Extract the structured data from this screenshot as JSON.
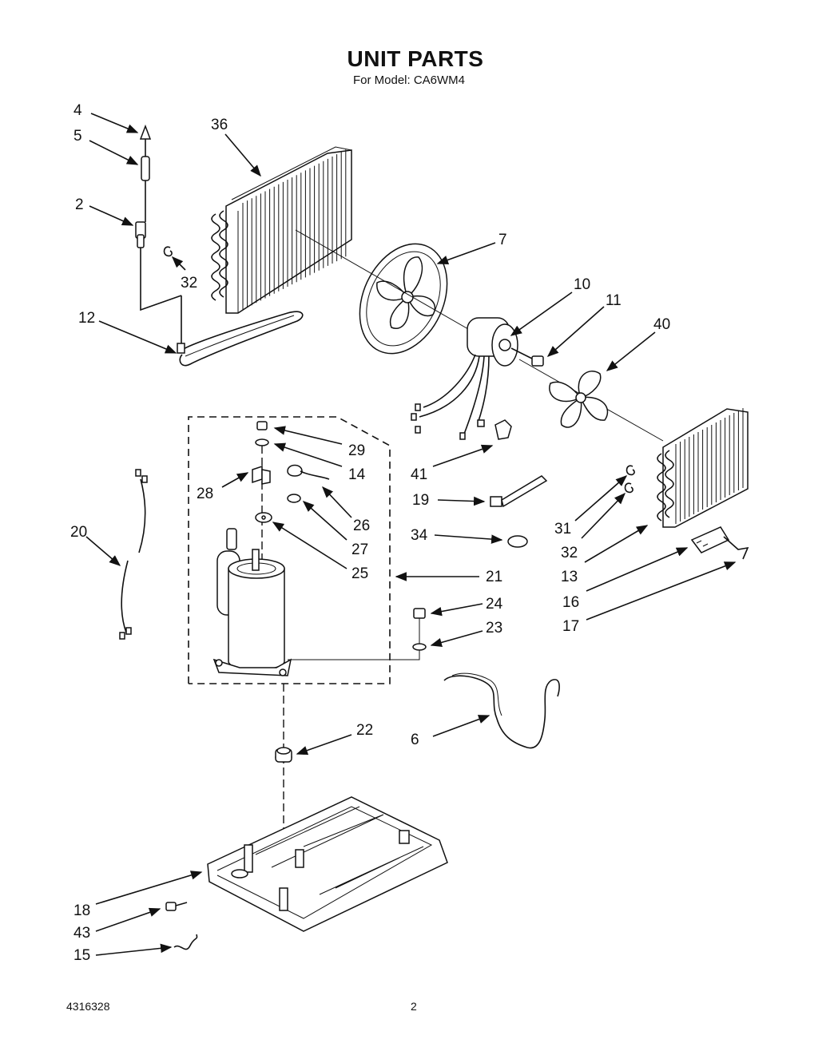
{
  "header": {
    "title": "UNIT PARTS",
    "subtitle": "For Model: CA6WM4"
  },
  "footer": {
    "document_number": "4316328",
    "page_number": "2"
  },
  "callouts": {
    "c4": "4",
    "c5": "5",
    "c2": "2",
    "c36": "36",
    "c32a": "32",
    "c12": "12",
    "c7": "7",
    "c10": "10",
    "c11": "11",
    "c40": "40",
    "c29": "29",
    "c14": "14",
    "c28": "28",
    "c26": "26",
    "c27": "27",
    "c25": "25",
    "c21": "21",
    "c24": "24",
    "c23": "23",
    "c20": "20",
    "c41": "41",
    "c19": "19",
    "c34": "34",
    "c31": "31",
    "c32b": "32",
    "c13": "13",
    "c16": "16",
    "c17": "17",
    "c6": "6",
    "c22": "22",
    "c18": "18",
    "c43": "43",
    "c15": "15"
  }
}
